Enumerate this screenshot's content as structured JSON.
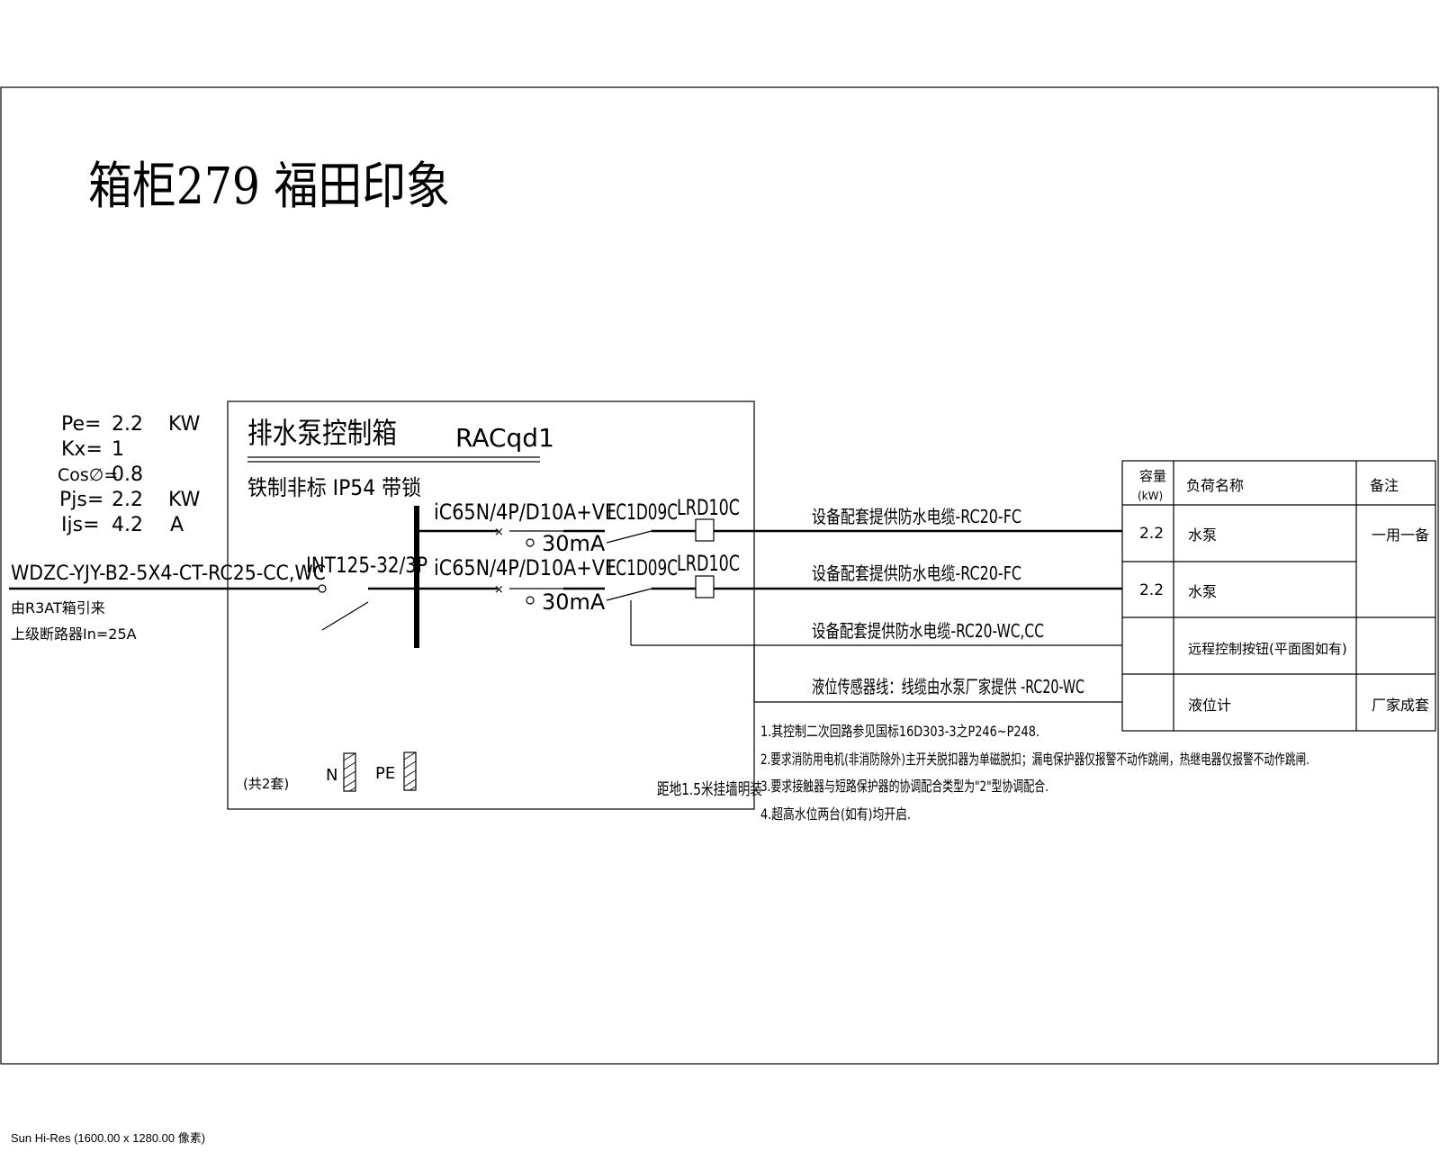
{
  "title": "箱柜279 福田印象",
  "params": {
    "pe_label": "Pe=",
    "pe_value": "2.2",
    "pe_unit": "KW",
    "kx_label": "Kx=",
    "kx_value": "1",
    "cos_label": "Cos∅=",
    "cos_value": "0.8",
    "pjs_label": "Pjs=",
    "pjs_value": "2.2",
    "pjs_unit": "KW",
    "ijs_label": "Ijs=",
    "ijs_value": "4.2",
    "ijs_unit": "A"
  },
  "incoming": {
    "cable": "WDZC-YJY-B2-5X4-CT-RC25-CC,WC",
    "from": "由R3AT箱引来",
    "upstream": "上级断路器In=25A",
    "main_switch": "INT125-32/3P"
  },
  "box": {
    "name": "排水泵控制箱",
    "code": "RACqd1",
    "spec": "铁制非标 IP54 带锁",
    "count": "(共2套)",
    "n_label": "N",
    "pe_label": "PE",
    "mount_note": "距地1.5米挂墙明装"
  },
  "circuits": [
    {
      "breaker": "iC65N/4P/D10A+VE",
      "rcd": "30mA",
      "contactor": "LC1D09C",
      "relay": "LRD10C",
      "cable": "设备配套提供防水电缆-RC20-FC"
    },
    {
      "breaker": "iC65N/4P/D10A+VE",
      "rcd": "30mA",
      "contactor": "LC1D09C",
      "relay": "LRD10C",
      "cable": "设备配套提供防水电缆-RC20-FC"
    }
  ],
  "extra_lines": [
    "设备配套提供防水电缆-RC20-WC,CC",
    "液位传感器线：线缆由水泵厂家提供 -RC20-WC"
  ],
  "table": {
    "headers": {
      "capacity": "容量",
      "capacity_unit": "(kW)",
      "load": "负荷名称",
      "remark": "备注"
    },
    "rows": [
      {
        "capacity": "2.2",
        "load": "水泵",
        "remark": ""
      },
      {
        "capacity": "2.2",
        "load": "水泵",
        "remark": ""
      },
      {
        "capacity": "",
        "load": "远程控制按钮(平面图如有)",
        "remark": ""
      },
      {
        "capacity": "",
        "load": "液位计",
        "remark": "厂家成套"
      }
    ],
    "merged_remark": "一用一备"
  },
  "notes": [
    "1.其控制二次回路参见国标16D303-3之P246~P248.",
    "2.要求消防用电机(非消防除外)主开关脱扣器为单磁脱扣；漏电保护器仅报警不动作跳闸，热继电器仅报警不动作跳闸.",
    "3.要求接触器与短路保护器的协调配合类型为\"2\"型协调配合.",
    "4.超高水位两台(如有)均开启."
  ],
  "viewer_caption": "Sun Hi-Res (1600.00 x 1280.00 像素)"
}
